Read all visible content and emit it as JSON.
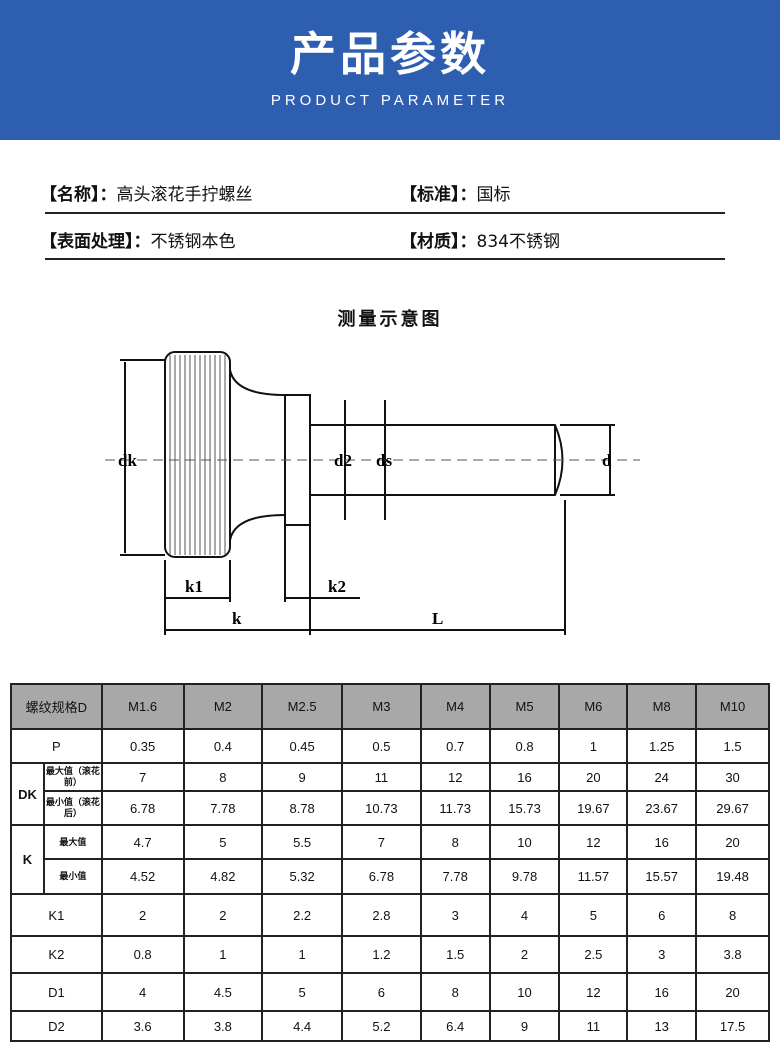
{
  "header": {
    "title": "产品参数",
    "subtitle": "PRODUCT PARAMETER"
  },
  "info": [
    {
      "label": "【名称】：",
      "value": "高头滚花手拧螺丝"
    },
    {
      "label": "【标准】：",
      "value": "国标"
    },
    {
      "label": "【表面处理】：",
      "value": "不锈钢本色"
    },
    {
      "label": "【材质】：",
      "value": "834不锈钢"
    }
  ],
  "diagram": {
    "title": "测量示意图",
    "labels": {
      "dk": "dk",
      "d2": "d2",
      "ds": "ds",
      "d": "d",
      "k1": "k1",
      "k2": "k2",
      "k": "k",
      "L": "L"
    }
  },
  "table": {
    "header": "螺纹规格D",
    "sizes": [
      "M1.6",
      "M2",
      "M2.5",
      "M3",
      "M4",
      "M5",
      "M6",
      "M8",
      "M10"
    ],
    "dk_label": "DK",
    "k_label": "K",
    "dk_max_label": "最大值（滚花前）",
    "dk_min_label": "最小值（滚花后）",
    "k_max_label": "最大值",
    "k_min_label": "最小值",
    "rows": {
      "P": {
        "label": "P",
        "values": [
          "0.35",
          "0.4",
          "0.45",
          "0.5",
          "0.7",
          "0.8",
          "1",
          "1.25",
          "1.5"
        ]
      },
      "DKmax": {
        "values": [
          "7",
          "8",
          "9",
          "11",
          "12",
          "16",
          "20",
          "24",
          "30"
        ]
      },
      "DKmin": {
        "values": [
          "6.78",
          "7.78",
          "8.78",
          "10.73",
          "11.73",
          "15.73",
          "19.67",
          "23.67",
          "29.67"
        ]
      },
      "Kmax": {
        "values": [
          "4.7",
          "5",
          "5.5",
          "7",
          "8",
          "10",
          "12",
          "16",
          "20"
        ]
      },
      "Kmin": {
        "values": [
          "4.52",
          "4.82",
          "5.32",
          "6.78",
          "7.78",
          "9.78",
          "11.57",
          "15.57",
          "19.48"
        ]
      },
      "K1": {
        "label": "K1",
        "values": [
          "2",
          "2",
          "2.2",
          "2.8",
          "3",
          "4",
          "5",
          "6",
          "8"
        ]
      },
      "K2": {
        "label": "K2",
        "values": [
          "0.8",
          "1",
          "1",
          "1.2",
          "1.5",
          "2",
          "2.5",
          "3",
          "3.8"
        ]
      },
      "D1": {
        "label": "D1",
        "values": [
          "4",
          "4.5",
          "5",
          "6",
          "8",
          "10",
          "12",
          "16",
          "20"
        ]
      },
      "D2": {
        "label": "D2",
        "values": [
          "3.6",
          "3.8",
          "4.4",
          "5.2",
          "6.4",
          "9",
          "11",
          "13",
          "17.5"
        ]
      }
    }
  }
}
